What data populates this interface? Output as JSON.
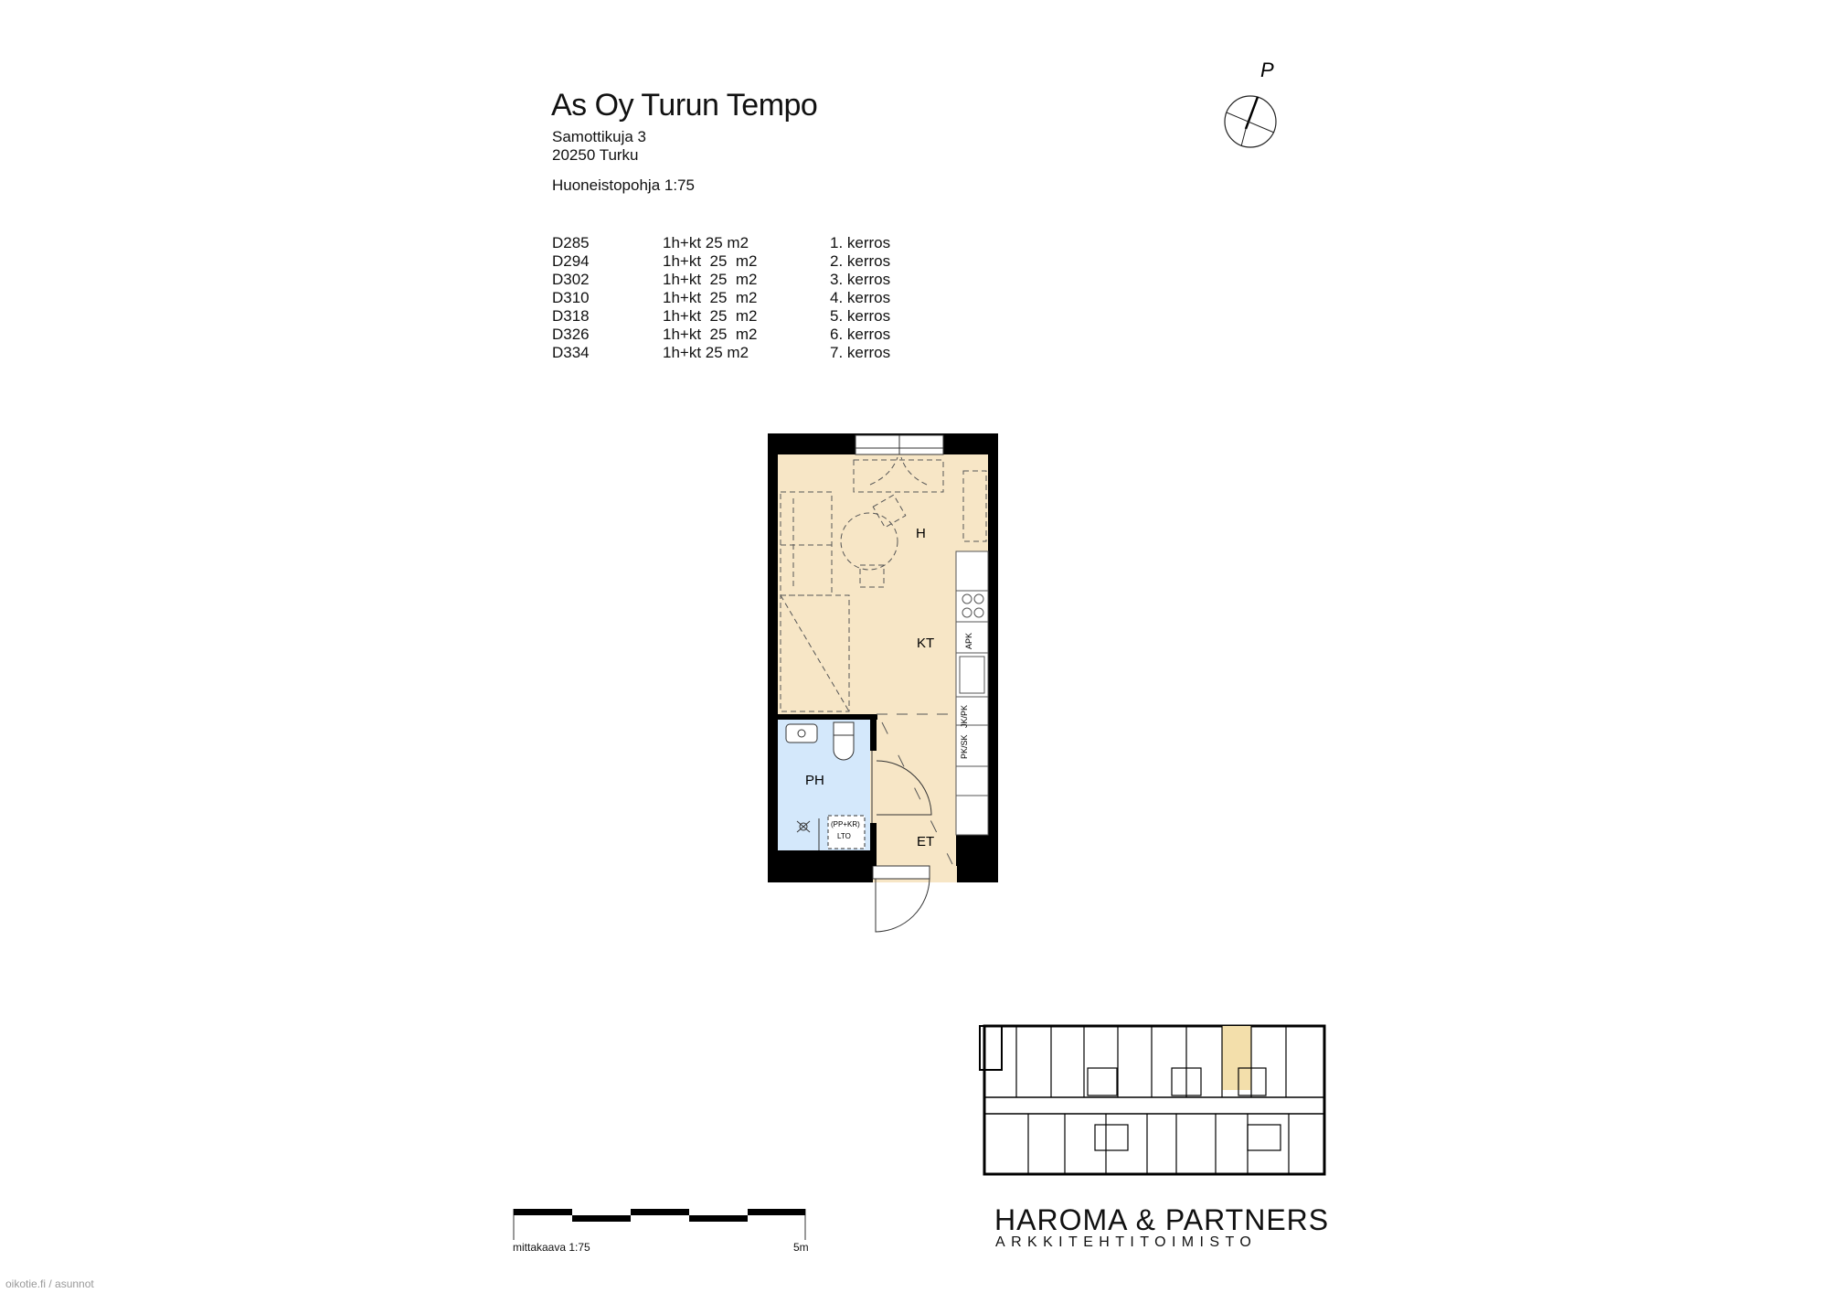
{
  "header": {
    "title": "As Oy Turun Tempo",
    "street": "Samottikuja 3",
    "city": "20250 Turku",
    "plan_type": "Huoneistopohja 1:75"
  },
  "apartments": [
    {
      "id": "D285",
      "type": "1h+kt 25 m2",
      "floor": "1. kerros"
    },
    {
      "id": "D294",
      "type": "1h+kt  25  m2",
      "floor": "2. kerros"
    },
    {
      "id": "D302",
      "type": "1h+kt  25  m2",
      "floor": "3. kerros"
    },
    {
      "id": "D310",
      "type": "1h+kt  25  m2",
      "floor": "4. kerros"
    },
    {
      "id": "D318",
      "type": "1h+kt  25  m2",
      "floor": "5. kerros"
    },
    {
      "id": "D326",
      "type": "1h+kt  25  m2",
      "floor": "6. kerros"
    },
    {
      "id": "D334",
      "type": "1h+kt 25 m2",
      "floor": "7. kerros"
    }
  ],
  "compass": {
    "north_label": "P"
  },
  "rooms": {
    "h": "H",
    "kt": "KT",
    "ph": "PH",
    "et": "ET"
  },
  "fixtures": {
    "apk": "APK",
    "pk_sk": "PK/SK",
    "jk_pk": "JK/PK",
    "pp_kr": "(PP+KR)",
    "lto": "LTO"
  },
  "scale": {
    "label": "mittakaava 1:75",
    "end": "5m"
  },
  "architect": {
    "name": "HAROMA & PARTNERS",
    "subtitle": "ARKKITEHTITOIMISTO"
  },
  "watermark": "oikotie.fi / asunnot",
  "colors": {
    "living": "#f7e6c6",
    "bathroom": "#d4e8fb",
    "highlight": "#f3dfab",
    "wall": "#000000"
  }
}
